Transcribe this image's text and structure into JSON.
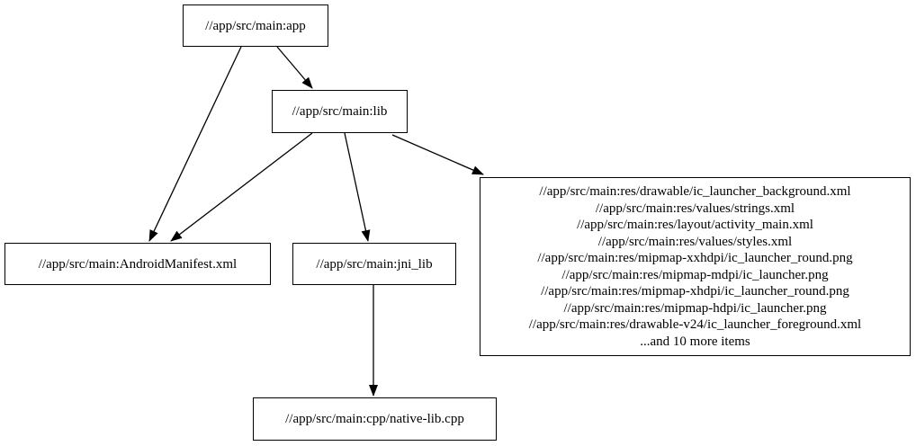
{
  "diagram": {
    "kind": "build-target-dependency-graph",
    "background_color": "#ffffff",
    "node_fill_color": "#ffffff",
    "node_border_color": "#000000",
    "edge_color": "#000000",
    "nodes": {
      "app": {
        "label": "//app/src/main:app"
      },
      "lib": {
        "label": "//app/src/main:lib"
      },
      "manifest": {
        "label": "//app/src/main:AndroidManifest.xml"
      },
      "jni_lib": {
        "label": "//app/src/main:jni_lib"
      },
      "native": {
        "label": "//app/src/main:cpp/native-lib.cpp"
      },
      "res_group": {
        "lines": [
          "//app/src/main:res/drawable/ic_launcher_background.xml",
          "//app/src/main:res/values/strings.xml",
          "//app/src/main:res/layout/activity_main.xml",
          "//app/src/main:res/values/styles.xml",
          "//app/src/main:res/mipmap-xxhdpi/ic_launcher_round.png",
          "//app/src/main:res/mipmap-mdpi/ic_launcher.png",
          "//app/src/main:res/mipmap-xhdpi/ic_launcher_round.png",
          "//app/src/main:res/mipmap-hdpi/ic_launcher.png",
          "//app/src/main:res/drawable-v24/ic_launcher_foreground.xml",
          "...and 10 more items"
        ]
      }
    },
    "edges": [
      {
        "from": "app",
        "to": "lib"
      },
      {
        "from": "app",
        "to": "manifest"
      },
      {
        "from": "lib",
        "to": "manifest"
      },
      {
        "from": "lib",
        "to": "jni_lib"
      },
      {
        "from": "lib",
        "to": "res_group"
      },
      {
        "from": "jni_lib",
        "to": "native"
      }
    ]
  }
}
